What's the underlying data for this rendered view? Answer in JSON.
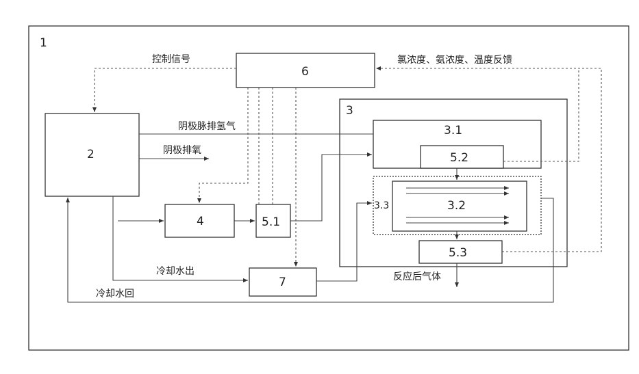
{
  "figure": {
    "label_1": "1",
    "label_2": "2",
    "label_3": "3",
    "label_3_1": "3.1",
    "label_3_2": "3.2",
    "label_3_3": "3.3",
    "label_4": "4",
    "label_5_1": "5.1",
    "label_5_2": "5.2",
    "label_5_3": "5.3",
    "label_6": "6",
    "label_7": "7"
  },
  "annotations": {
    "control_signal": "控制信号",
    "feedback": "氯浓度、氨浓度、温度反馈",
    "cathode_pulse_purge": "阴极脉排氢气",
    "cathode_exhaust": "阴极排氧",
    "cooling_water_out": "冷却水出",
    "cooling_water_return": "冷却水回",
    "reacted_gas": "反应后气体"
  }
}
